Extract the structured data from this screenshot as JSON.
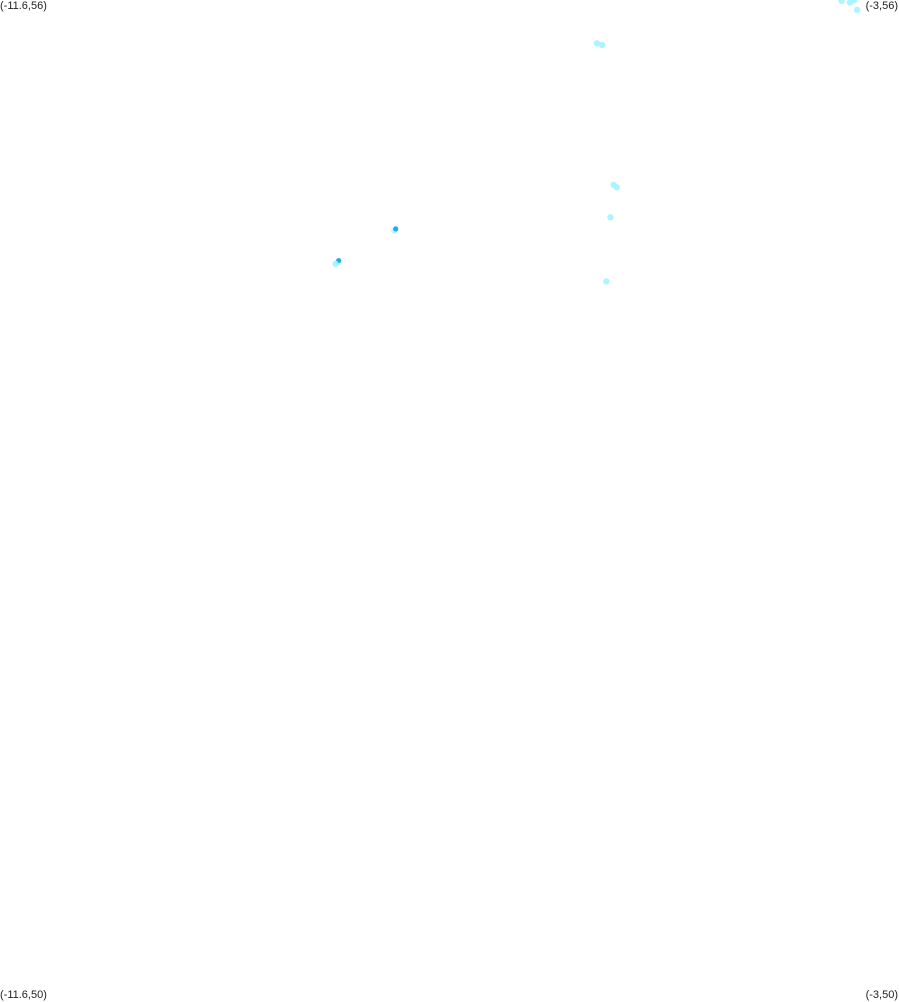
{
  "map": {
    "corners": {
      "top_left": "(-11.6,56)",
      "top_right": "(-3,56)",
      "bottom_left": "(-11.6,50)",
      "bottom_right": "(-3,50)"
    },
    "extent": {
      "lon_min": -11.6,
      "lon_max": -3,
      "lat_min": 50,
      "lat_max": 56
    },
    "colors": {
      "light": "#9df3ff",
      "mid": "#63dcf5",
      "dark": "#1aa6e6",
      "background": "#ffffff"
    },
    "points": [
      {
        "lon": -3.55,
        "lat": 55.995,
        "density": "light"
      },
      {
        "lon": -3.47,
        "lat": 55.985,
        "density": "light"
      },
      {
        "lon": -3.43,
        "lat": 55.998,
        "density": "light"
      },
      {
        "lon": -3.4,
        "lat": 55.94,
        "density": "light"
      },
      {
        "lon": -5.89,
        "lat": 55.74,
        "density": "light"
      },
      {
        "lon": -5.84,
        "lat": 55.73,
        "density": "light"
      },
      {
        "lon": -5.7,
        "lat": 54.875,
        "density": "light"
      },
      {
        "lon": -5.73,
        "lat": 54.89,
        "density": "light"
      },
      {
        "lon": -5.76,
        "lat": 54.695,
        "density": "light"
      },
      {
        "lon": -5.8,
        "lat": 54.31,
        "density": "light"
      },
      {
        "lon": -7.815,
        "lat": 54.625,
        "density": "dark"
      },
      {
        "lon": -8.36,
        "lat": 54.435,
        "density": "dark"
      },
      {
        "lon": -8.39,
        "lat": 54.415,
        "density": "light"
      }
    ]
  }
}
